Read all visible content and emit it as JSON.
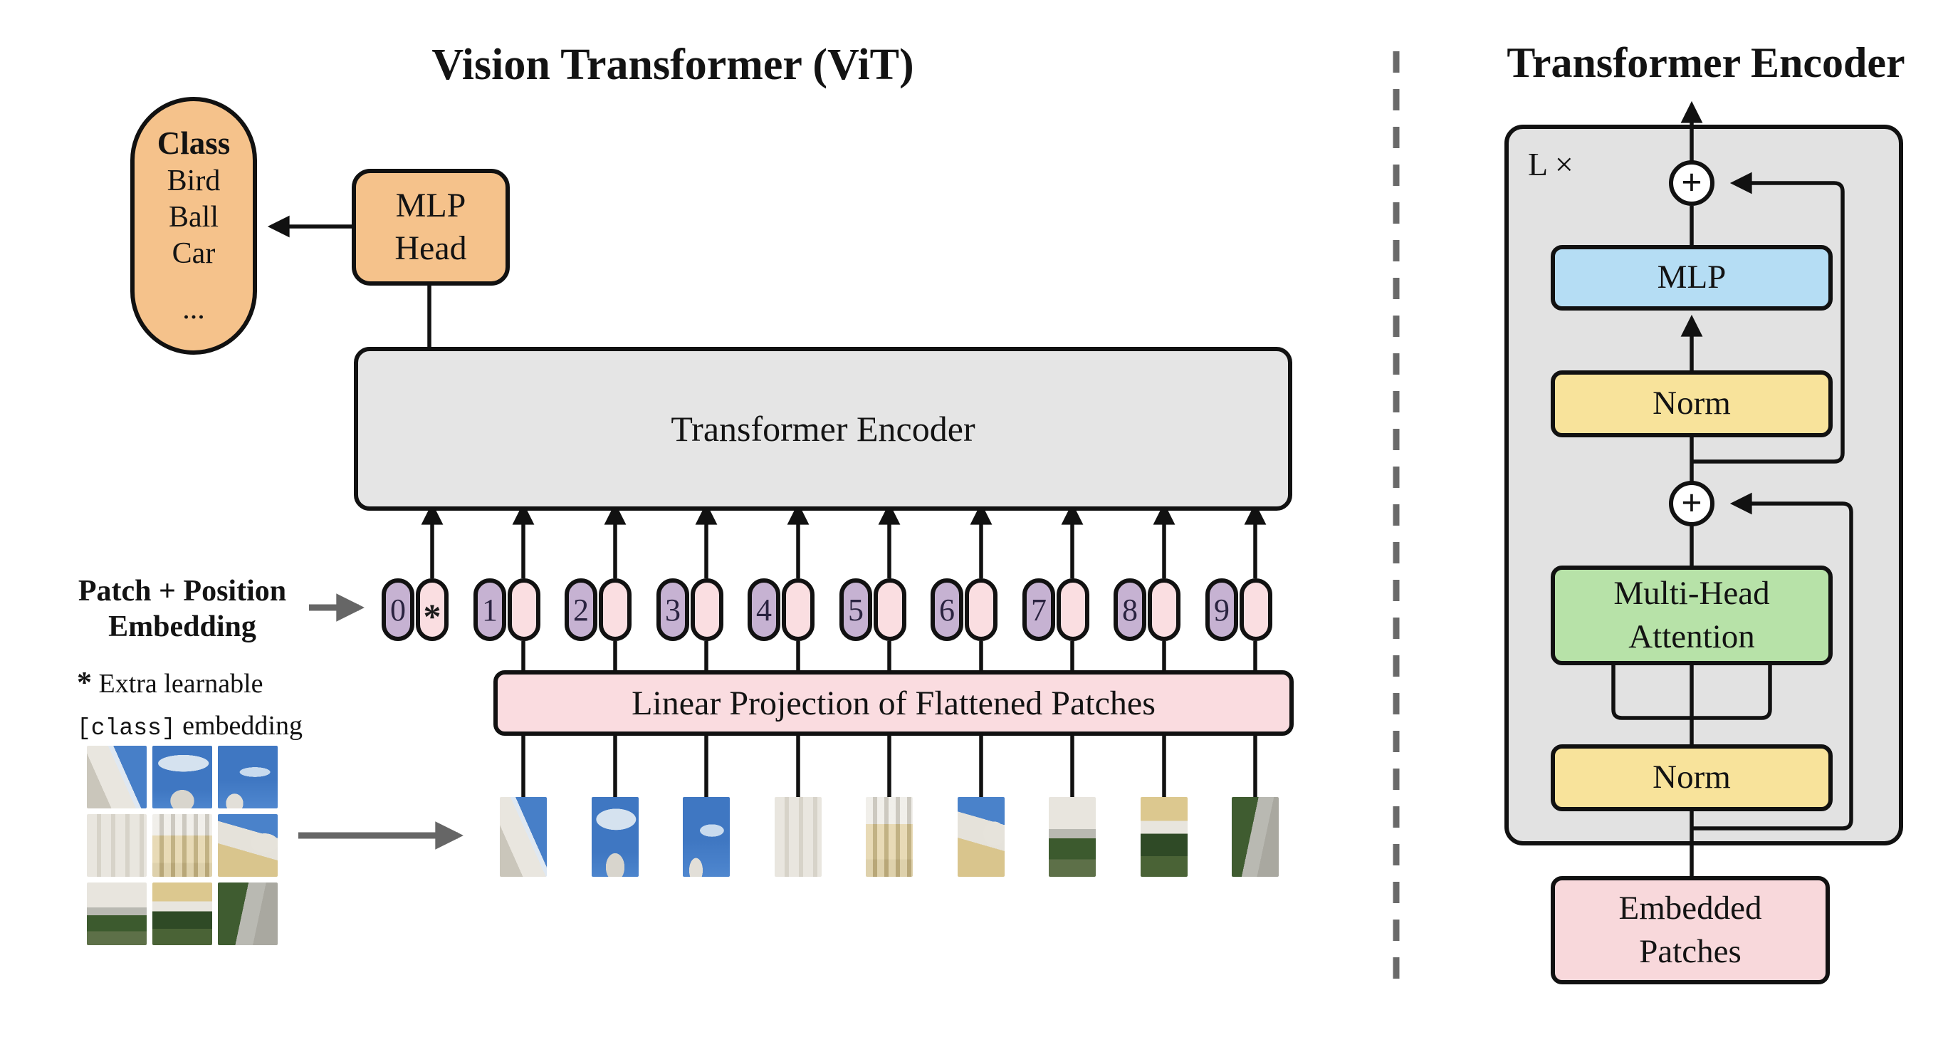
{
  "left_panel": {
    "title": "Vision Transformer (ViT)",
    "class_box": {
      "heading": "Class",
      "items": [
        "Bird",
        "Ball",
        "Car"
      ],
      "ellipsis": "..."
    },
    "mlp_head": {
      "line1": "MLP",
      "line2": "Head"
    },
    "encoder_label": "Transformer Encoder",
    "patch_position_label": {
      "line1": "Patch + Position",
      "line2": "Embedding"
    },
    "footnote": {
      "star": "*",
      "line1_text": " Extra learnable",
      "line2_code": "[class]",
      "line2_text": " embedding"
    },
    "linear_projection_label": "Linear Projection of Flattened Patches",
    "class_token_star": "*",
    "tokens": [
      "0",
      "1",
      "2",
      "3",
      "4",
      "5",
      "6",
      "7",
      "8",
      "9"
    ],
    "image_patches": [
      "p1",
      "p2",
      "p3",
      "p4",
      "p5",
      "p6",
      "p7",
      "p8",
      "p9"
    ]
  },
  "right_panel": {
    "title": "Transformer Encoder",
    "layers_label": "L ×",
    "plus_top": "+",
    "plus_bottom": "+",
    "mlp_label": "MLP",
    "norm_top_label": "Norm",
    "mha_label": {
      "line1": "Multi-Head",
      "line2": "Attention"
    },
    "norm_bottom_label": "Norm",
    "embedded_patches": {
      "line1": "Embedded",
      "line2": "Patches"
    }
  },
  "colors": {
    "orange": "#F5C28B",
    "box_gray": "#E5E5E5",
    "panel_gray": "#E2E2E2",
    "mlp_blue": "#B5DDF4",
    "norm_yellow": "#F8E39B",
    "attention_green": "#B7E2A8",
    "projection_pink": "#FADCE0",
    "patch_token_pink": "#FADEE1",
    "position_token_purple": "#C6B2D2",
    "embedded_pink": "#F8D8DB",
    "line_black": "#111111",
    "arrow_gray": "#666666"
  }
}
